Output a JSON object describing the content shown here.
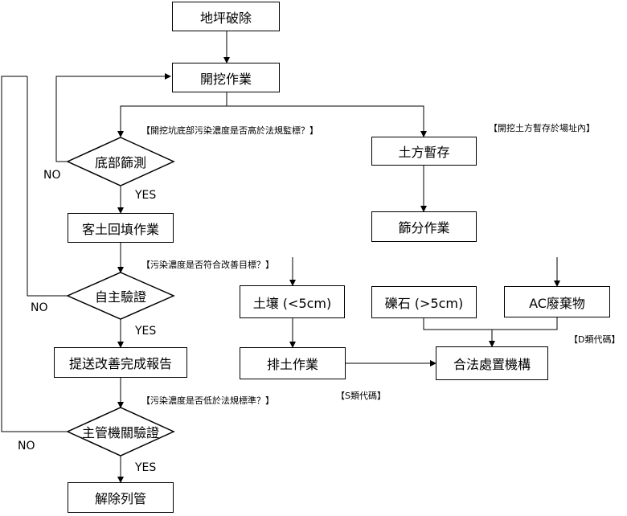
{
  "nodes": {
    "floor_demolition": "地坪破除",
    "excavation": "開挖作業",
    "bottom_screening": "底部篩測",
    "backfill": "客土回填作業",
    "self_verification": "自主驗證",
    "submit_report": "提送改善完成報告",
    "authority_verification": "主管機關驗證",
    "delisting": "解除列管",
    "soil_temp_storage": "土方暫存",
    "sieving": "篩分作業",
    "soil_lt5": "土壤 (<5cm)",
    "gravel_gt5": "礫石 (>5cm)",
    "ac_waste": "AC廢棄物",
    "soil_discharge": "排土作業",
    "legal_facility": "合法處置機構"
  },
  "notes": {
    "q_bottom": "【開挖坑底部污染濃度是否高於法規監標？】",
    "q_improvement": "【污染濃度是否符合改善目標？】",
    "q_regulation": "【污染濃度是否低於法規標準？】",
    "temp_storage": "【開挖土方暫存於場址內】",
    "d_code": "【D類代碼】",
    "s_code": "【S類代碼】"
  },
  "labels": {
    "no": "NO",
    "yes": "YES"
  }
}
